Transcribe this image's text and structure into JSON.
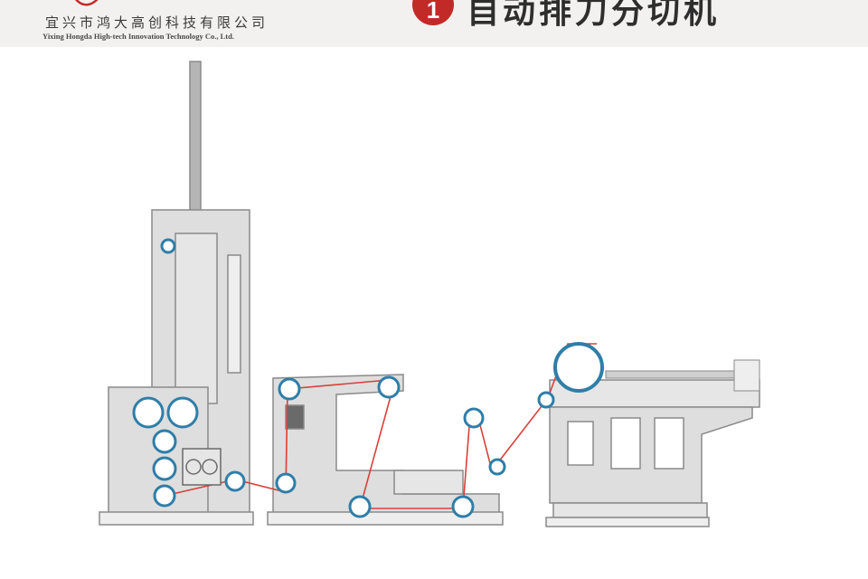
{
  "header": {
    "company_cn": "宜兴市鸿大高创科技有限公司",
    "company_en": "Yixing Hongda High-tech Innovation Technology Co., Ltd.",
    "badge": "1",
    "title": "自动排刀分切机"
  },
  "colors": {
    "header_bg": "#f2f1ef",
    "badge": "#c22a28",
    "machine_fill": "#dedede",
    "machine_outline": "#8a8a8a",
    "roller_blue": "#2f7ea8",
    "web_path_red": "#d9403a",
    "accent_blue": "#6fa8c8"
  }
}
